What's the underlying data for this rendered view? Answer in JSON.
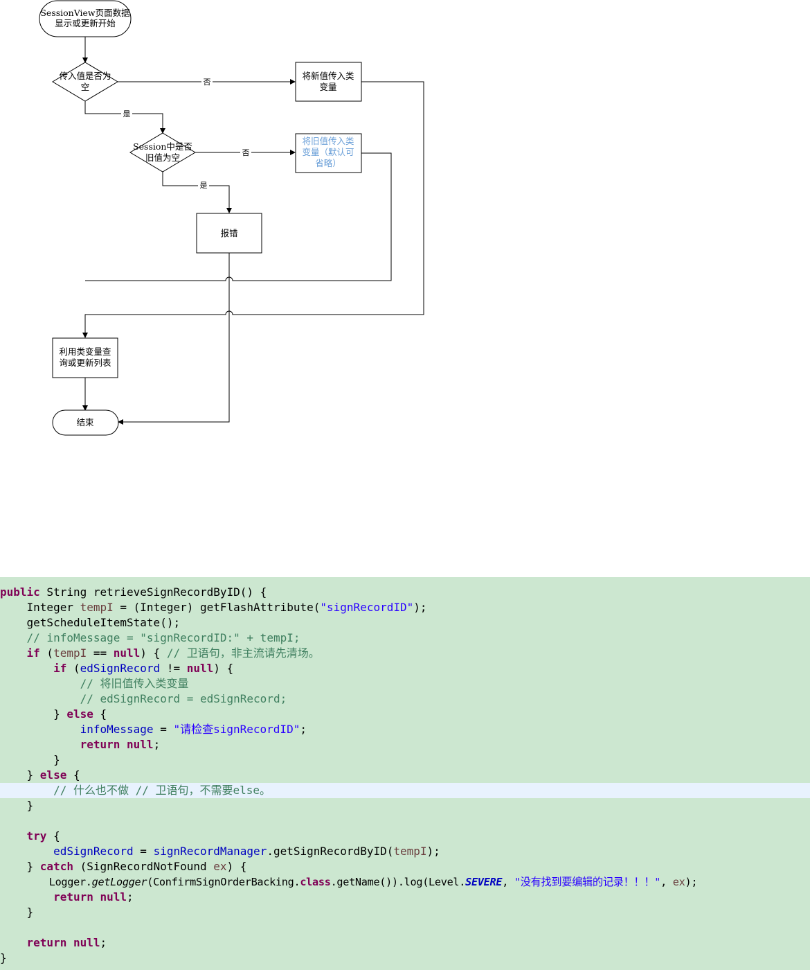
{
  "flowchart": {
    "start": [
      "SessionView页面数据",
      "显示或更新开始"
    ],
    "decision1": [
      "传入值是否为",
      "空"
    ],
    "process1": [
      "将新值传入类",
      "变量"
    ],
    "decision2": [
      "Session中是否",
      "旧值为空"
    ],
    "process2": [
      "将旧值传入类",
      "变量（默认可",
      "省略）"
    ],
    "error_box": "报错",
    "process3": [
      "利用类变量查",
      "询或更新列表"
    ],
    "end": "结束",
    "edge_yes": "是",
    "edge_no": "否"
  },
  "code": {
    "line1": [
      "public",
      " String retrieveSignRecordByID() {"
    ],
    "line2": [
      "    Integer ",
      "tempI",
      " = (Integer) getFlashAttribute(",
      "\"signRecordID\"",
      ");"
    ],
    "line3": "    getScheduleItemState();",
    "line4": "    // infoMessage = \"signRecordID:\" + tempI;",
    "line5": [
      "    ",
      "if",
      " (",
      "tempI",
      " == ",
      "null",
      ") { ",
      "// 卫语句，非主流请先清场。"
    ],
    "line6": [
      "        ",
      "if",
      " (",
      "edSignRecord",
      " != ",
      "null",
      ") {"
    ],
    "line7": "            // 将旧值传入类变量",
    "line8": "            // edSignRecord = edSignRecord;",
    "line9": [
      "        } ",
      "else",
      " {"
    ],
    "line10": [
      "            ",
      "infoMessage",
      " = ",
      "\"请检查signRecordID\"",
      ";"
    ],
    "line11": [
      "            ",
      "return",
      " ",
      "null",
      ";"
    ],
    "line12": "        }",
    "line13": [
      "    } ",
      "else",
      " {"
    ],
    "line14": "        // 什么也不做 // 卫语句，不需要else。",
    "line15": "    }",
    "line16": "",
    "line17": [
      "    ",
      "try",
      " {"
    ],
    "line18": [
      "        ",
      "edSignRecord",
      " = ",
      "signRecordManager",
      ".getSignRecordByID(",
      "tempI",
      ");"
    ],
    "line19": [
      "    } ",
      "catch",
      " (SignRecordNotFound ",
      "ex",
      ") {"
    ],
    "line20": [
      "        Logger.",
      "getLogger",
      "(ConfirmSignOrderBacking.",
      "class",
      ".getName()).log(Level.",
      "SEVERE",
      ", ",
      "\"没有找到要编辑的记录！！！\"",
      ", ",
      "ex",
      ");"
    ],
    "line21": [
      "        ",
      "return",
      " ",
      "null",
      ";"
    ],
    "line22": "    }",
    "line23": "",
    "line24": [
      "    ",
      "return",
      " ",
      "null",
      ";"
    ],
    "line25": "}"
  }
}
